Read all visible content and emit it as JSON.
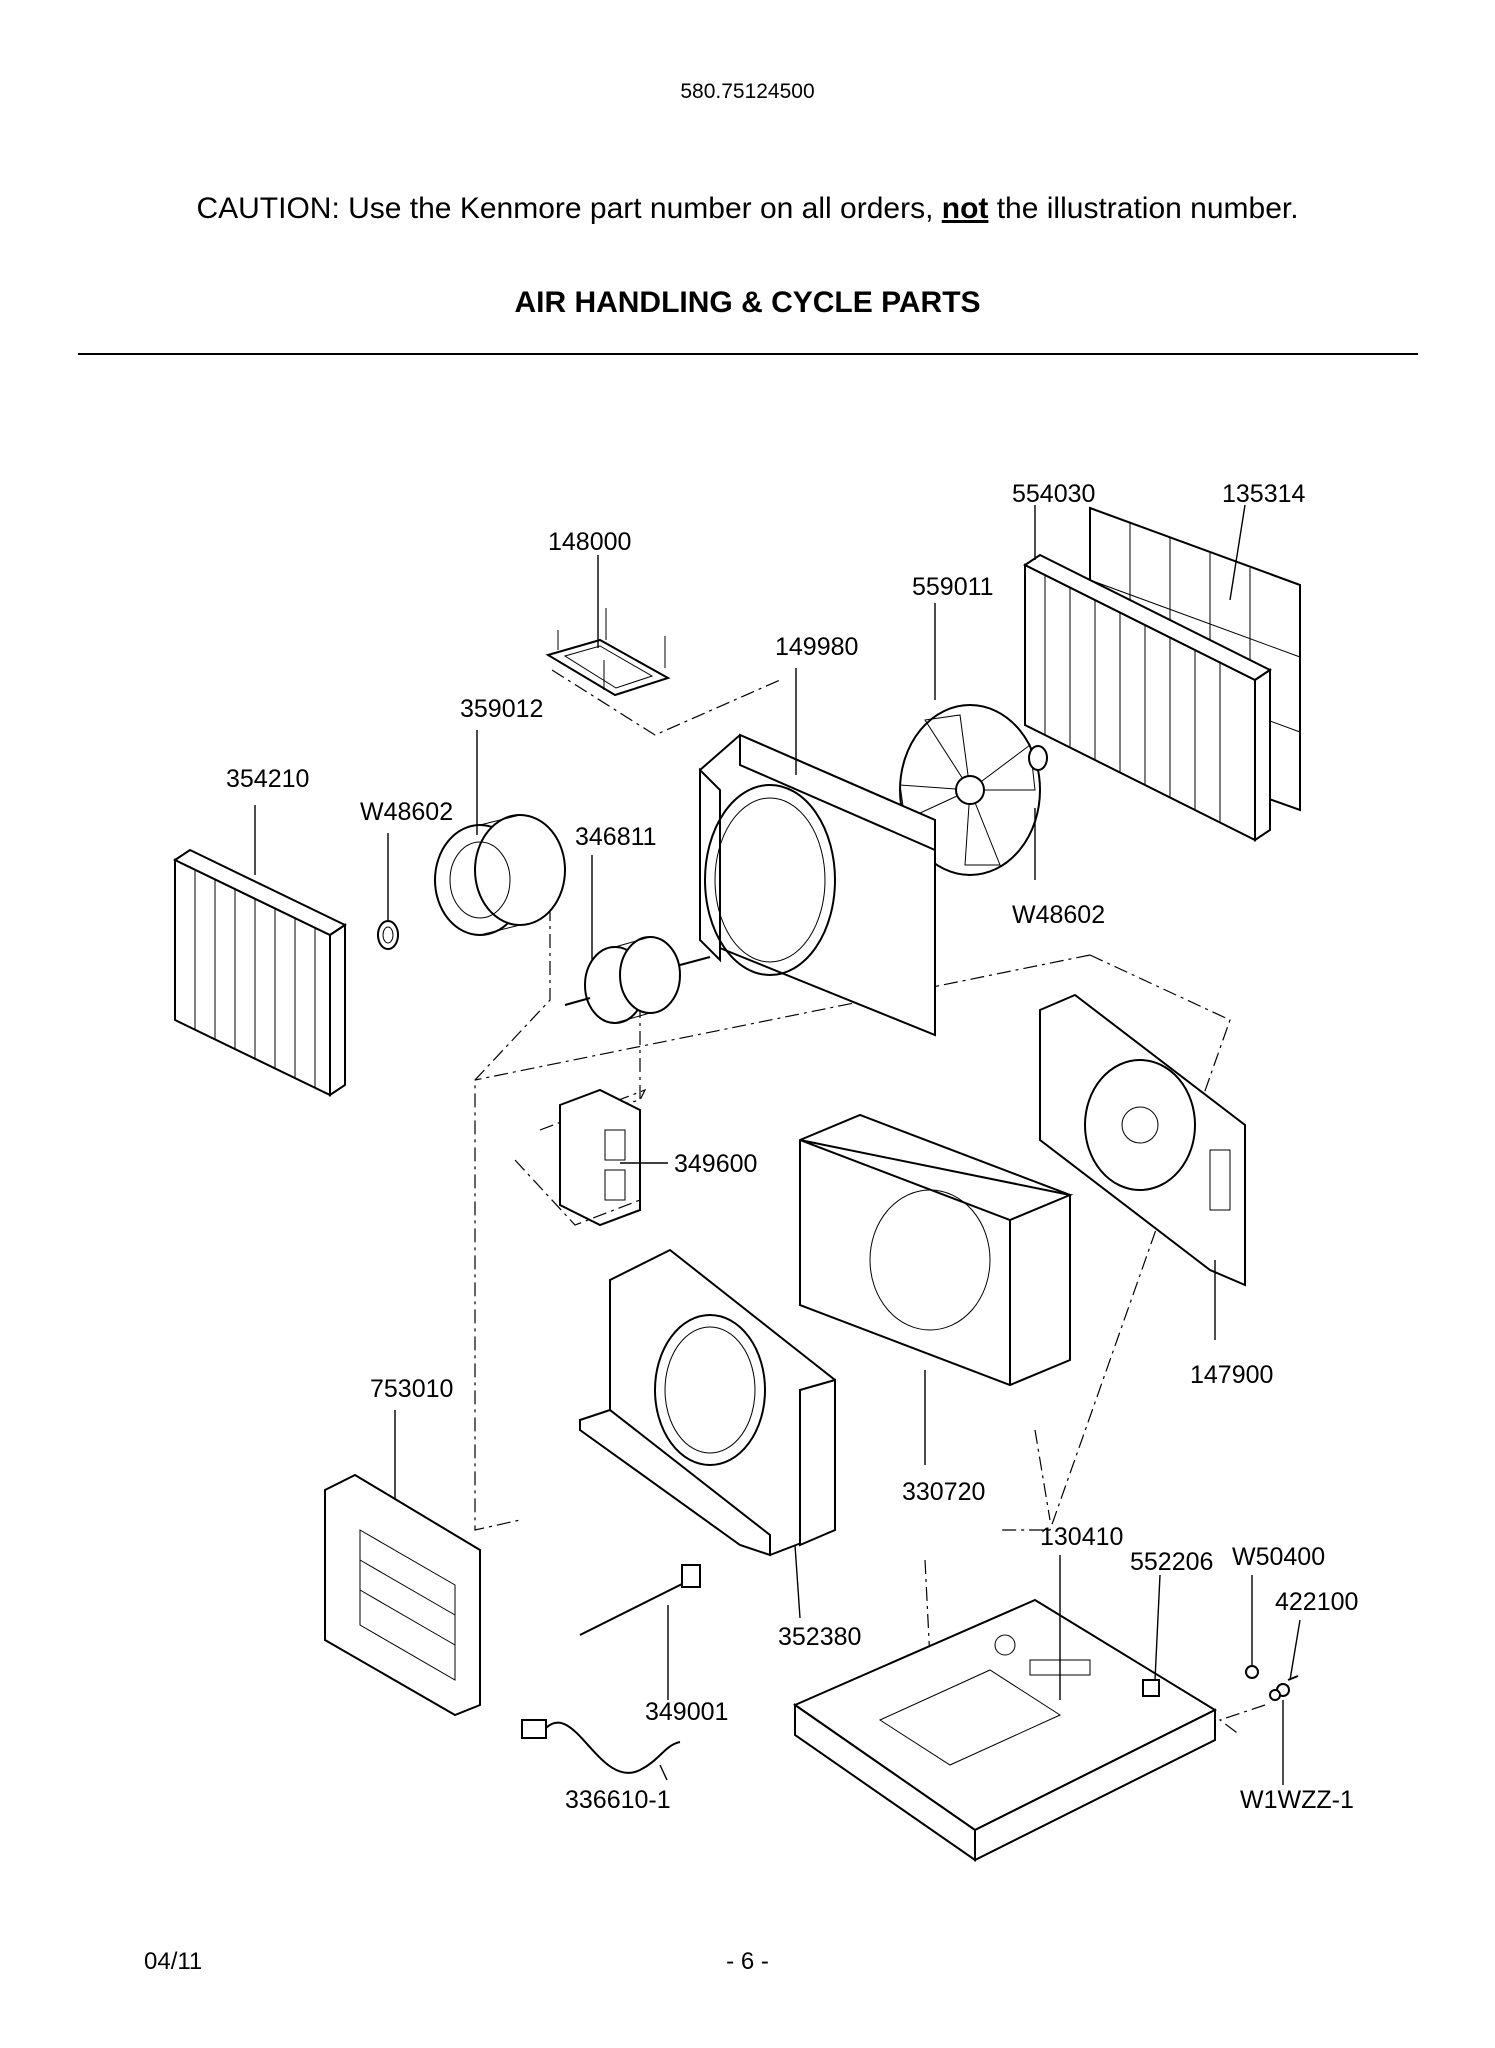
{
  "header": {
    "model_number": "580.75124500",
    "caution_prefix": "CAUTION: Use the Kenmore part number on all orders, ",
    "caution_emphasis": "not",
    "caution_suffix": " the illustration number.",
    "section_title": "AIR HANDLING & CYCLE PARTS"
  },
  "parts": {
    "p554030": "554030",
    "p135314": "135314",
    "p148000": "148000",
    "p559011": "559011",
    "p149980": "149980",
    "p359012": "359012",
    "p354210": "354210",
    "pW48602a": "W48602",
    "p346811": "346811",
    "pW48602b": "W48602",
    "p349600": "349600",
    "p147900": "147900",
    "p753010": "753010",
    "p330720": "330720",
    "p130410": "130410",
    "p552206": "552206",
    "pW50400": "W50400",
    "p422100": "422100",
    "p352380": "352380",
    "p349001": "349001",
    "p336610": "336610-1",
    "pW1WZZ": "W1WZZ-1"
  },
  "footer": {
    "date": "04/11",
    "page": "- 6 -"
  }
}
